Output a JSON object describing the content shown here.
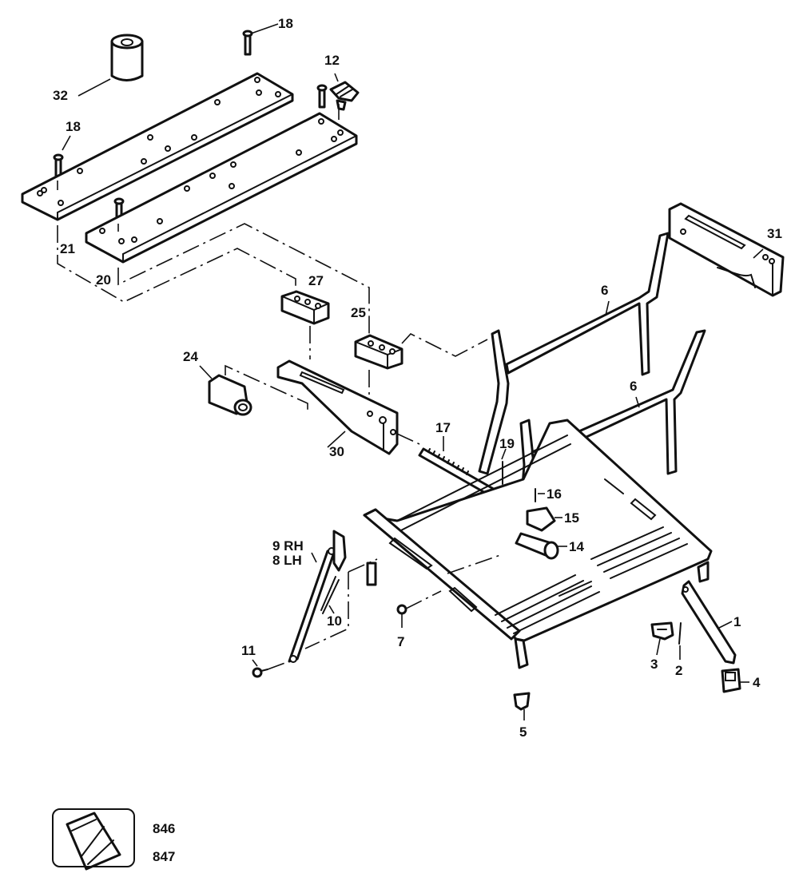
{
  "diagram": {
    "title": "Workbench exploded parts diagram",
    "callouts": {
      "p1": "1",
      "p2": "2",
      "p3": "3",
      "p4": "4",
      "p5": "5",
      "p6a": "6",
      "p6b": "6",
      "p7": "7",
      "p9rh": "9 RH",
      "p8lh": "8 LH",
      "p10": "10",
      "p11": "11",
      "p12": "12",
      "p14": "14",
      "p15": "15",
      "p16": "16",
      "p17": "17",
      "p18a": "18",
      "p18b": "18",
      "p19": "19",
      "p20": "20",
      "p21": "21",
      "p24": "24",
      "p25": "25",
      "p27": "27",
      "p30": "30",
      "p31": "31",
      "p32": "32"
    },
    "kit": {
      "icon": "parts-bag-icon",
      "codes": [
        "846",
        "847"
      ]
    }
  }
}
